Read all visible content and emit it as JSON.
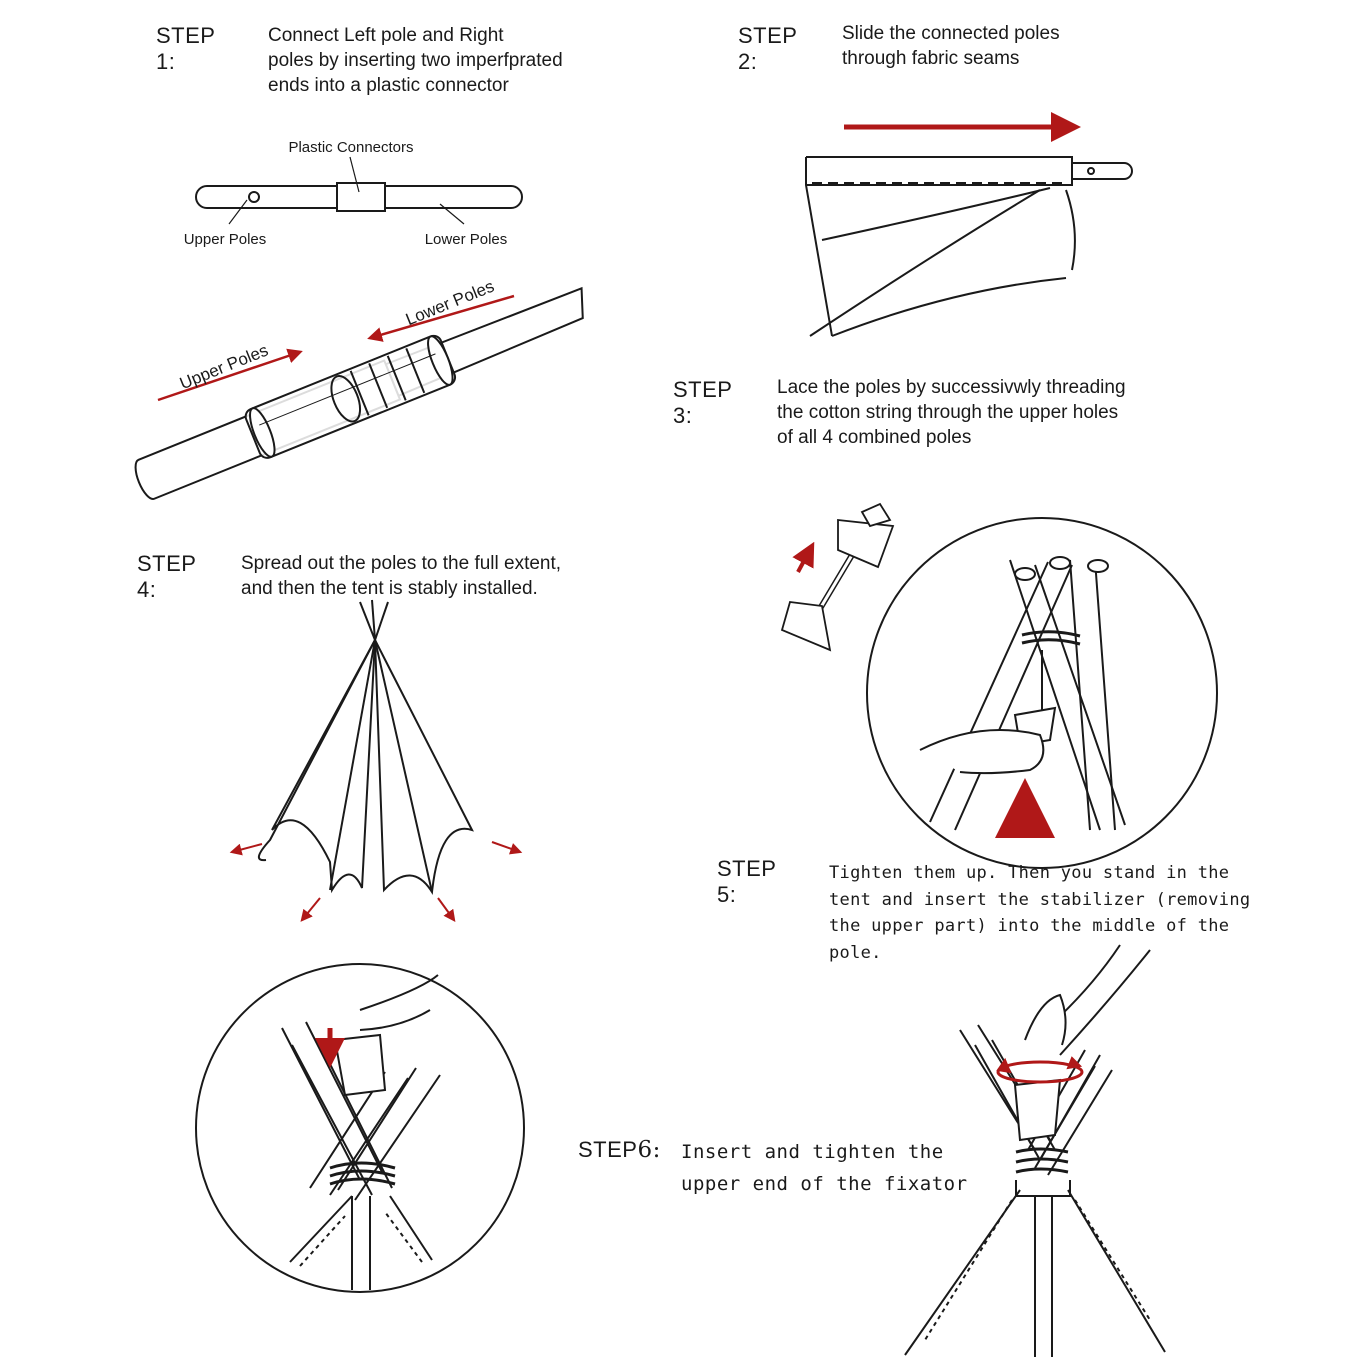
{
  "accent_color": "#b01818",
  "step1": {
    "label": "STEP 1:",
    "lines": [
      "Connect Left pole and Right",
      "poles by inserting two imperfprated",
      "ends into a plastic connector"
    ],
    "callouts": {
      "plastic_connectors": "Plastic Connectors",
      "upper_poles": "Upper Poles",
      "lower_poles": "Lower Poles"
    },
    "arrow_labels": {
      "upper_poles": "Upper Poles",
      "lower_poles": "Lower Poles"
    }
  },
  "step2": {
    "label": "STEP 2:",
    "lines": [
      "Slide the connected poles",
      "through fabric seams"
    ]
  },
  "step3": {
    "label": "STEP 3:",
    "lines": [
      "Lace the poles by successivwly threading",
      "the cotton string through the upper holes",
      "of all 4 combined poles"
    ]
  },
  "step4": {
    "label": "STEP 4:",
    "lines": [
      "Spread out the poles to the full extent,",
      "and then the tent is stably installed."
    ]
  },
  "step5": {
    "label": "STEP 5:",
    "lines": [
      "Tighten them up. Then you stand in the",
      "tent and insert the stabilizer (removing",
      "the  upper part) into the middle of the",
      "pole."
    ]
  },
  "step6": {
    "label_prefix": "STEP",
    "label_number": "6:",
    "lines": [
      "Insert and tighten the",
      "upper end of the fixator"
    ]
  }
}
